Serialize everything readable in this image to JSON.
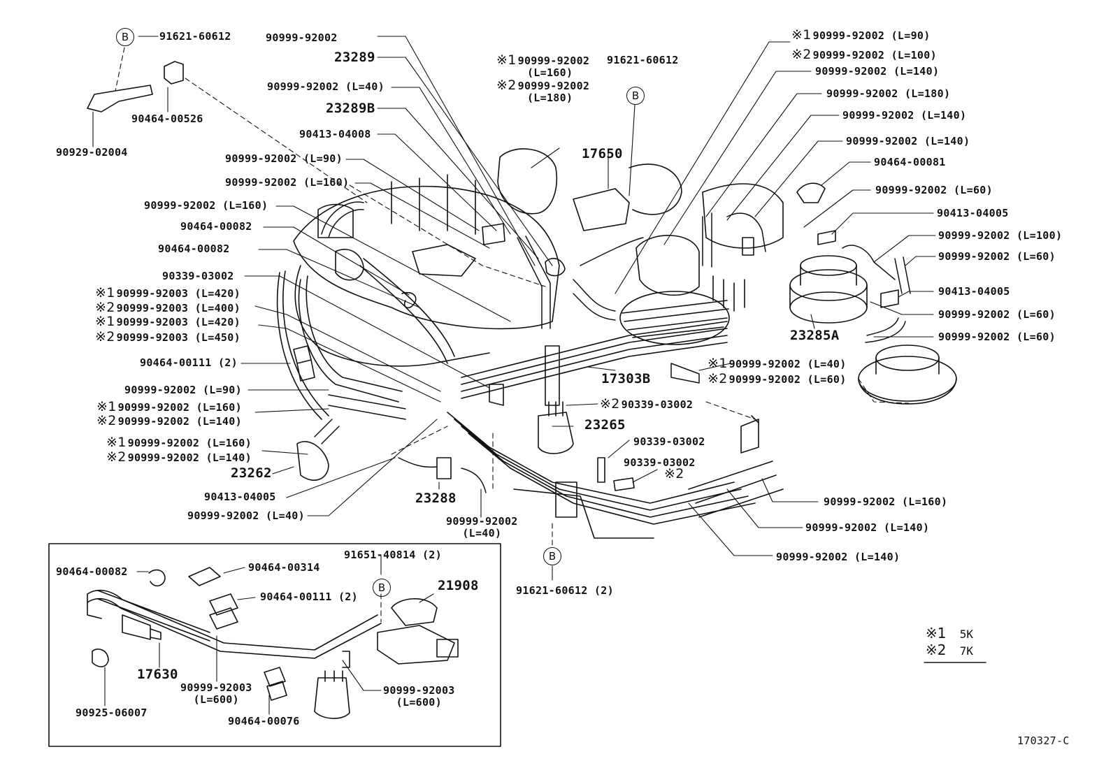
{
  "callouts": {
    "c01": "91621-60612",
    "c02": "90464-00526",
    "c03": "90929-02004",
    "c04": "90999-92002",
    "c05": "23289",
    "c06": "90999-92002 (L=40)",
    "c07": "23289B",
    "c08": "90413-04008",
    "c09": "90999-92002 (L=90)",
    "c10": "90999-92002 (L=160)",
    "c11": "90999-92002 (L=160)",
    "c12": "90464-00082",
    "c13": "90464-00082",
    "c14": "90339-03002",
    "c15": "90999-92003 (L=420)",
    "c16": "90999-92003 (L=400)",
    "c17": "90999-92003 (L=420)",
    "c18": "90999-92003 (L=450)",
    "c19": "90464-00111 (2)",
    "c20": "90999-92002 (L=90)",
    "c21": "90999-92002 (L=160)",
    "c22": "90999-92002 (L=140)",
    "c23": "90999-92002 (L=160)",
    "c24": "90999-92002 (L=140)",
    "c25": "23262",
    "c26": "90413-04005",
    "c27": "90999-92002 (L=40)",
    "c28": "23288",
    "c29": "90999-92002",
    "c29b": "(L=40)",
    "c30": "90999-92002",
    "c30b": "(L=160)",
    "c31": "90999-92002",
    "c31b": "(L=180)",
    "c32": "91621-60612",
    "c33": "17650",
    "c34": "90999-92002 (L=90)",
    "c35": "90999-92002 (L=100)",
    "c36": "90999-92002 (L=140)",
    "c37": "90999-92002 (L=180)",
    "c38": "90999-92002 (L=140)",
    "c39": "90999-92002 (L=140)",
    "c40": "90464-00081",
    "c41": "90999-92002 (L=60)",
    "c42": "90413-04005",
    "c43": "90999-92002 (L=100)",
    "c44": "90999-92002 (L=60)",
    "c45": "90413-04005",
    "c46": "90999-92002 (L=60)",
    "c47": "90999-92002 (L=60)",
    "c48": "23285A",
    "c49": "90999-92002 (L=40)",
    "c50": "90999-92002 (L=60)",
    "c51": "17303B",
    "c52": "90339-03002",
    "c53": "23265",
    "c54": "90339-03002",
    "c55": "90339-03002",
    "c56": "90999-92002 (L=160)",
    "c57": "90999-92002 (L=140)",
    "c58": "90999-92002 (L=140)",
    "c59": "91621-60612 (2)",
    "i01": "90464-00082",
    "i02": "90464-00314",
    "i03": "90464-00111 (2)",
    "i04": "91651-40814 (2)",
    "i05": "21908",
    "i06": "17630",
    "i07": "90999-92003",
    "i07b": "(L=600)",
    "i08": "90925-06007",
    "i09": "90464-00076",
    "i10": "90999-92003",
    "i10b": "(L=600)"
  },
  "markers": {
    "one": "※1",
    "two": "※2",
    "b": "B"
  },
  "legend": [
    {
      "marker": "※1",
      "text": "5K"
    },
    {
      "marker": "※2",
      "text": "7K"
    }
  ],
  "figure_code": "170327-C"
}
